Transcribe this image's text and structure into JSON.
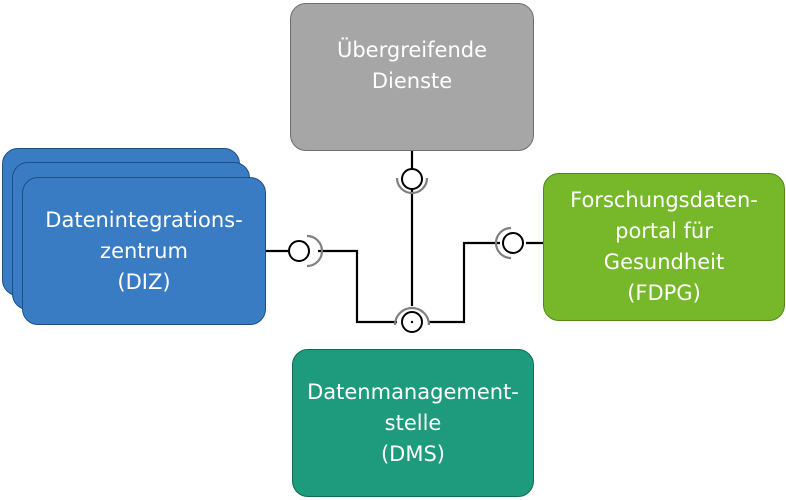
{
  "boxes": {
    "uebergreifende_dienste": {
      "lines": [
        "Übergreifende",
        "Dienste"
      ],
      "color": "#a6a6a6"
    },
    "diz": {
      "lines": [
        "Datenintegrations-",
        "zentrum",
        "(DIZ)"
      ],
      "color": "#3a7cc4"
    },
    "fdpg": {
      "lines": [
        "Forschungsdaten-",
        "portal für",
        "Gesundheit",
        "(FDPG)"
      ],
      "color": "#76b82a"
    },
    "dms": {
      "lines": [
        "Datenmanagement-",
        "stelle",
        "(DMS)"
      ],
      "color": "#1e9a7c"
    }
  }
}
